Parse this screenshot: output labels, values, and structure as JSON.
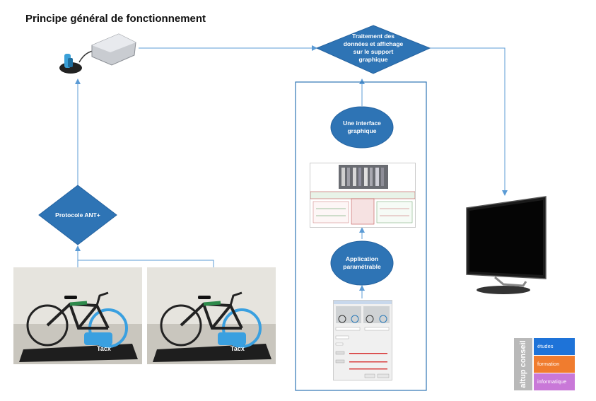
{
  "title": "Principe général de fonctionnement",
  "nodes": {
    "traitement": "Traitement des\ndonnées et affichage\nsur le support graphique",
    "interface": "Une interface\ngraphique",
    "application": "Application\nparamétrable",
    "protocole": "Protocole ANT+"
  },
  "photos": {
    "trainer_brand": "Tacx"
  },
  "logo": {
    "brand": "altup conseil",
    "items": [
      "études",
      "formation",
      "informatique"
    ]
  },
  "colors": {
    "shape_fill": "#2e74b5",
    "connector": "#5b9bd5",
    "logo_etudes": "#1e73d8",
    "logo_formation": "#f07c2e",
    "logo_informatique": "#c978d8"
  }
}
